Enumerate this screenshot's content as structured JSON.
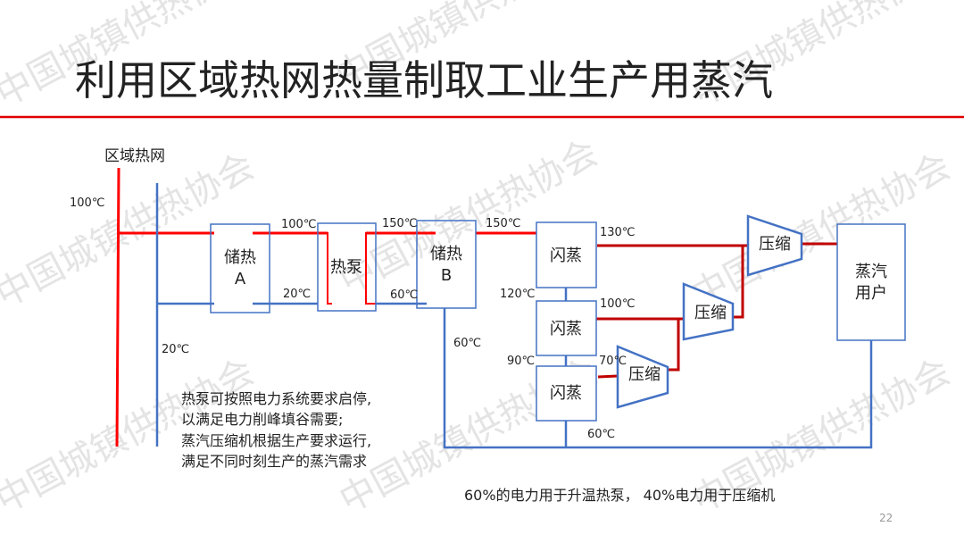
{
  "title": "利用区域热网热量制取工业生产用蒸汽",
  "watermark": "中国城镇供热协会",
  "network_label": "区域热网",
  "temps": {
    "supply": "100℃",
    "return": "20℃",
    "a_out_hot": "100℃",
    "a_out_cold": "20℃",
    "hp_hot": "150℃",
    "hp_cold": "60℃",
    "b_return": "60℃",
    "b_out": "150℃",
    "f1_steam": "130℃",
    "f1_out": "120℃",
    "f2_steam": "100℃",
    "f2_out": "90℃",
    "f3_steam": "70℃",
    "f3_out": "60℃"
  },
  "boxes": {
    "storage_a": [
      "储热",
      "A"
    ],
    "heat_pump": "热泵",
    "storage_b": [
      "储热",
      "B"
    ],
    "flash": "闪蒸",
    "compressor": "压缩",
    "steam_user": [
      "蒸汽",
      "用户"
    ]
  },
  "notes": [
    "热泵可按照电力系统要求启停,",
    "以满足电力削峰填谷需要;",
    "蒸汽压缩机根据生产要求运行,",
    "满足不同时刻生产的蒸汽需求"
  ],
  "footer_note": "60%的电力用于升温热泵， 40%电力用于压缩机",
  "page_number": "22",
  "colors": {
    "hot": "#ff0000",
    "steam": "#c00000",
    "cold": "#4472c4",
    "box": "#4472c4"
  }
}
